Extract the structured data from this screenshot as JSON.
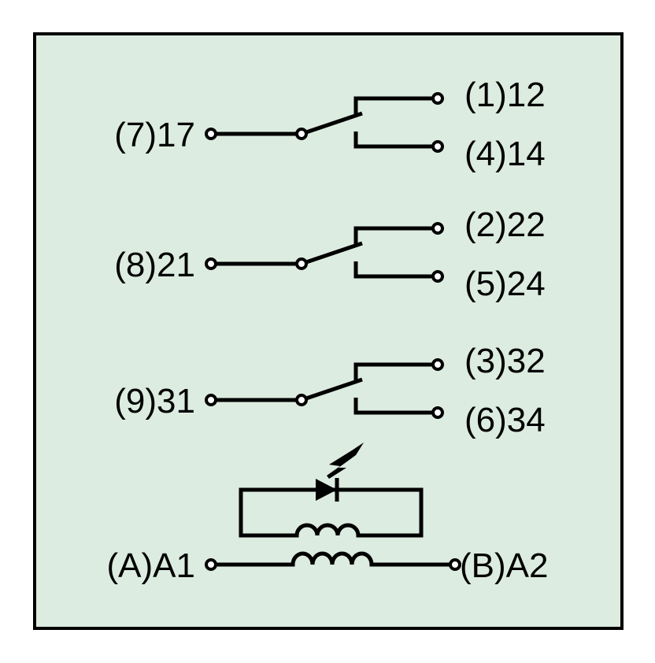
{
  "diagram": {
    "background_color": "#dcece0",
    "switches": [
      {
        "common": "(7)17",
        "nc": "(1)12",
        "no": "(4)14"
      },
      {
        "common": "(8)21",
        "nc": "(2)22",
        "no": "(5)24"
      },
      {
        "common": "(9)31",
        "nc": "(3)32",
        "no": "(6)34"
      }
    ],
    "coil": {
      "left": "(A)A1",
      "right": "(B)A2"
    }
  }
}
